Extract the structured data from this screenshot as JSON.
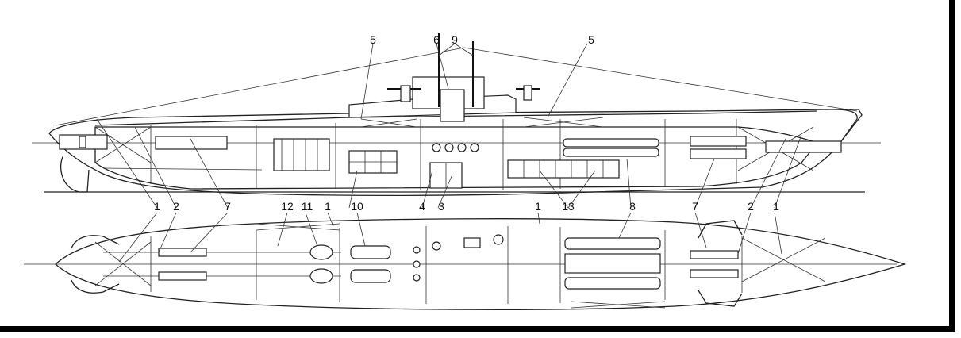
{
  "figure": {
    "subject": "submarine-cutaway-side-and-plan-view",
    "callouts": {
      "side": [
        {
          "id": "side-1-fwd",
          "label": "1"
        },
        {
          "id": "side-2",
          "label": "2"
        },
        {
          "id": "side-7",
          "label": "7"
        },
        {
          "id": "side-5-aft",
          "label": "5"
        },
        {
          "id": "side-6",
          "label": "6"
        },
        {
          "id": "side-9",
          "label": "9"
        },
        {
          "id": "side-5-fwd",
          "label": "5"
        },
        {
          "id": "side-10",
          "label": "10"
        },
        {
          "id": "side-4",
          "label": "4"
        },
        {
          "id": "side-3",
          "label": "3"
        },
        {
          "id": "side-13",
          "label": "13"
        },
        {
          "id": "side-8",
          "label": "8"
        },
        {
          "id": "side-7-fwd",
          "label": "7"
        },
        {
          "id": "side-2-fwd",
          "label": "2"
        },
        {
          "id": "side-1-bow",
          "label": "1"
        }
      ],
      "plan": [
        {
          "id": "plan-12",
          "label": "12"
        },
        {
          "id": "plan-11",
          "label": "11"
        },
        {
          "id": "plan-1-a",
          "label": "1"
        },
        {
          "id": "plan-10",
          "label": "10"
        },
        {
          "id": "plan-1-b",
          "label": "1"
        }
      ]
    }
  }
}
